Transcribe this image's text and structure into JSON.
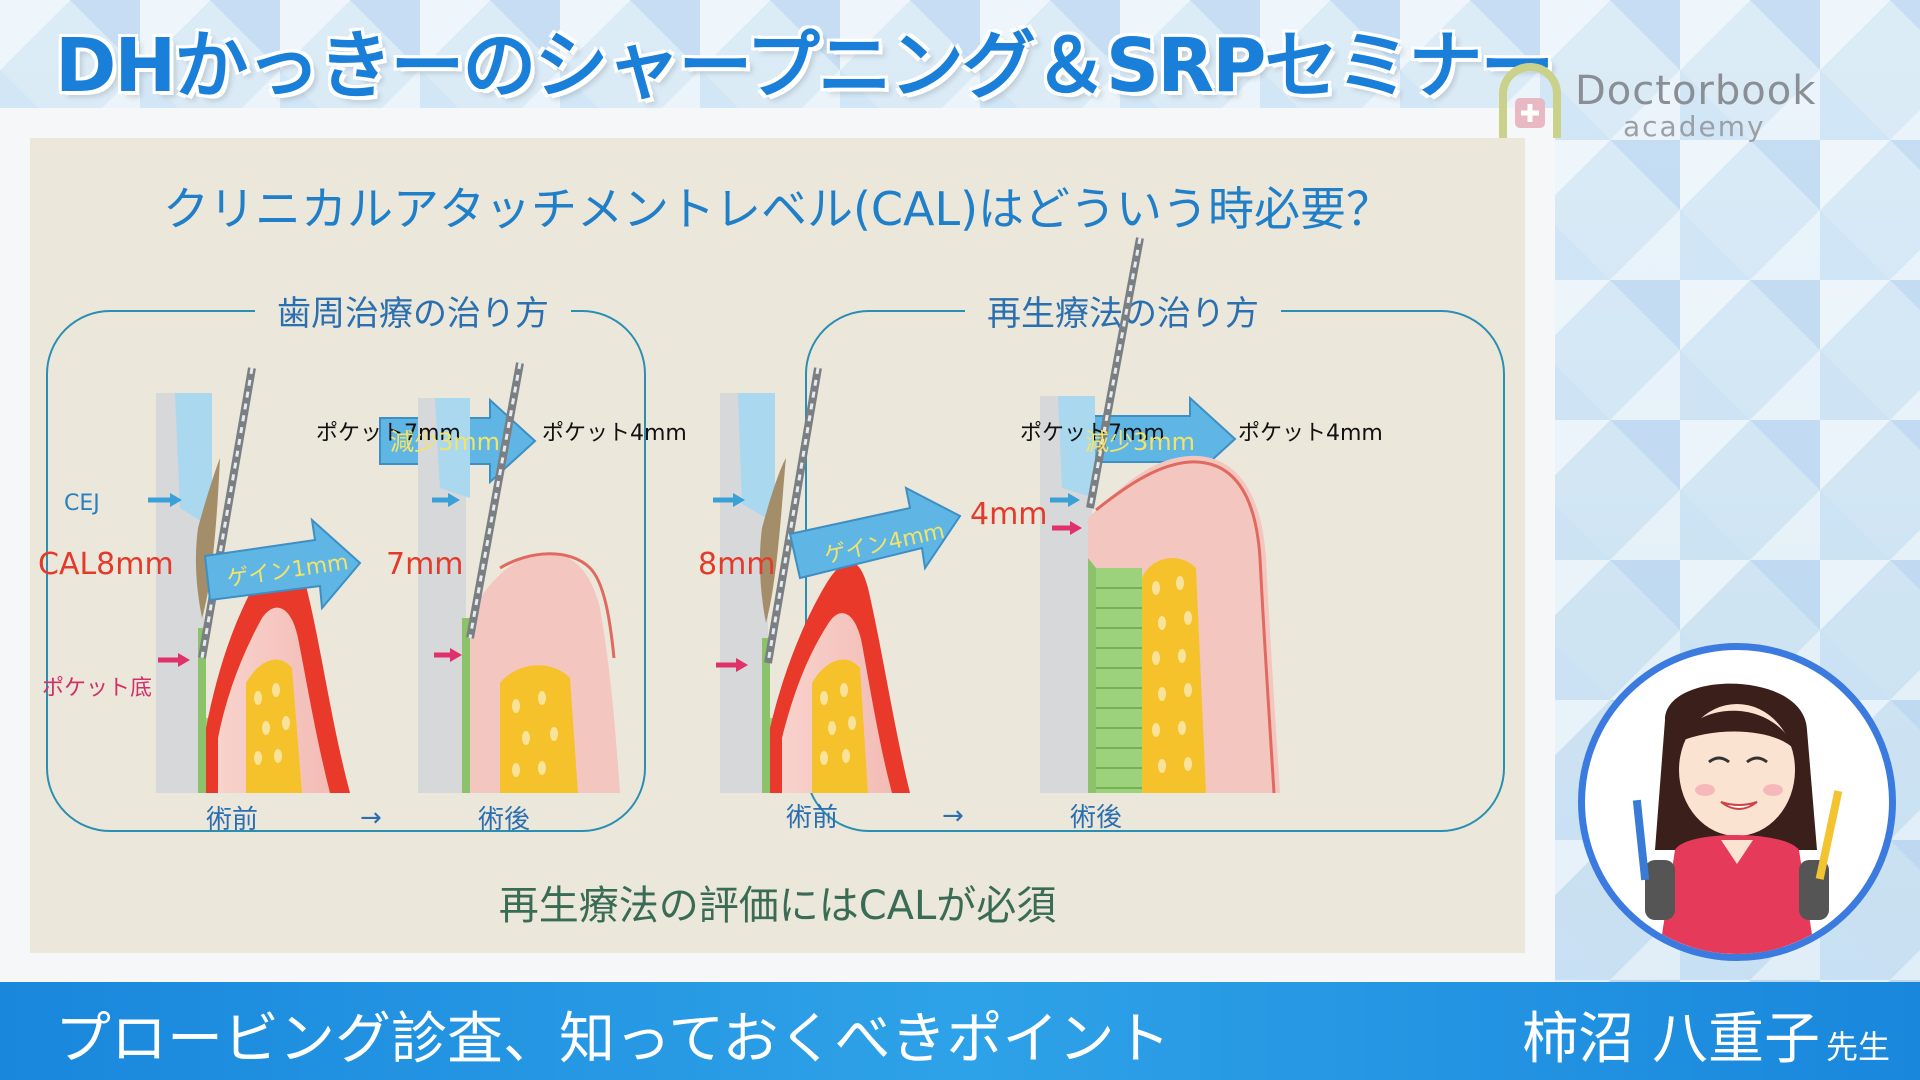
{
  "header": {
    "title": "DHかっきーのシャープニング＆SRPセミナー",
    "logo_name": "Doctorbook",
    "logo_sub": "academy"
  },
  "slide": {
    "title": "クリニカルアタッチメントレベル(CAL)はどういう時必要？",
    "left_panel": {
      "label": "歯周治療の治り方",
      "pocket_before": "ポケット7mm",
      "reduction": "減少3mm",
      "pocket_after": "ポケット4mm",
      "cej": "CEJ",
      "cal": "CAL8mm",
      "gain": "ゲイン1mm",
      "cal_after": "7mm",
      "pocket_bottom": "ポケット底",
      "before": "術前",
      "arrow": "→",
      "after": "術後"
    },
    "right_panel": {
      "label": "再生療法の治り方",
      "pocket_before": "ポケット7mm",
      "reduction": "減少3mm",
      "pocket_after": "ポケット4mm",
      "cal": "8mm",
      "gain": "ゲイン4mm",
      "cal_after": "4mm",
      "before": "術前",
      "arrow": "→",
      "after": "術後"
    },
    "bottom_note": "再生療法の評価にはCALが必須"
  },
  "footer": {
    "title": "プロービング診査、知っておくべきポイント",
    "speaker": "柿沼 八重子",
    "honorific": "先生"
  },
  "colors": {
    "brand_blue": "#1a7fd8",
    "gum_pink": "#f4c6c0",
    "inflamed_red": "#e8392a",
    "bone_yellow": "#f6c22c",
    "root_green": "#9bd27a",
    "arrow_blue": "#5fb6e4",
    "marker_red": "#e0316a"
  }
}
